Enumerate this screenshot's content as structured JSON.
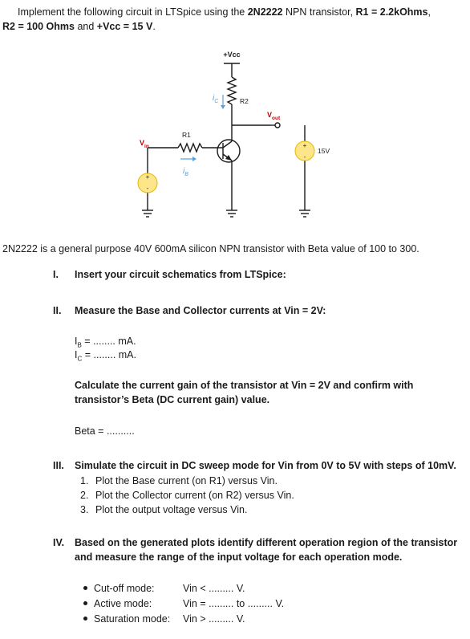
{
  "intro": {
    "line1_pre": "Implement the following circuit in LTSpice using the ",
    "line1_bold1": "2N2222",
    "line1_mid": " NPN transistor, ",
    "line1_bold2": "R1 = 2.2kOhms",
    "line1_end": ",",
    "line2_bold1": "R2 = 100 Ohms",
    "line2_mid": " and ",
    "line2_bold2": "+Vcc = 15 V",
    "line2_end": "."
  },
  "circuit": {
    "vcc": "+Vcc",
    "r2": "R2",
    "r1": "R1",
    "ic": "i",
    "ic_sub": "C",
    "ib": "i",
    "ib_sub": "B",
    "vout": "V",
    "vout_sub": "out",
    "vin": "V",
    "vin_sub": "in",
    "supply": "15V",
    "plus": "+",
    "minus": "-",
    "source_color": "#fde58a"
  },
  "description": "2N2222 is a general purpose 40V 600mA silicon NPN transistor with Beta value of 100 to 300.",
  "sec1": {
    "num": "I.",
    "title": "Insert your circuit schematics from LTSpice:"
  },
  "sec2": {
    "num": "II.",
    "title": "Measure the Base and Collector currents at Vin = 2V:",
    "ib_label": "I",
    "ib_sub": "B",
    "ib_rest": " = ........ mA.",
    "ic_label": "I",
    "ic_sub": "C",
    "ic_rest": " = ........ mA.",
    "calc_line1": "Calculate the current gain of the transistor at Vin = 2V and confirm with",
    "calc_line2": "transistor’s Beta (DC current gain) value.",
    "beta": "Beta = .........."
  },
  "sec3": {
    "num": "III.",
    "title": "Simulate the circuit in DC sweep mode for Vin from 0V to 5V with steps of 10mV.",
    "items": [
      {
        "num": "1.",
        "text": "Plot the Base current (on R1) versus Vin."
      },
      {
        "num": "2.",
        "text": "Plot the Collector current (on R2) versus Vin."
      },
      {
        "num": "3.",
        "text": "Plot the output voltage versus Vin."
      }
    ]
  },
  "sec4": {
    "num": "IV.",
    "title_line1": "Based on the generated plots identify different operation region of the transistor",
    "title_line2": "and measure the range of the input voltage for each operation mode.",
    "modes": [
      {
        "label": "Cut-off mode:",
        "value": "Vin < ......... V."
      },
      {
        "label": "Active mode:",
        "value": "Vin = ......... to ......... V."
      },
      {
        "label": "Saturation mode:",
        "value": "Vin > ......... V."
      }
    ]
  }
}
